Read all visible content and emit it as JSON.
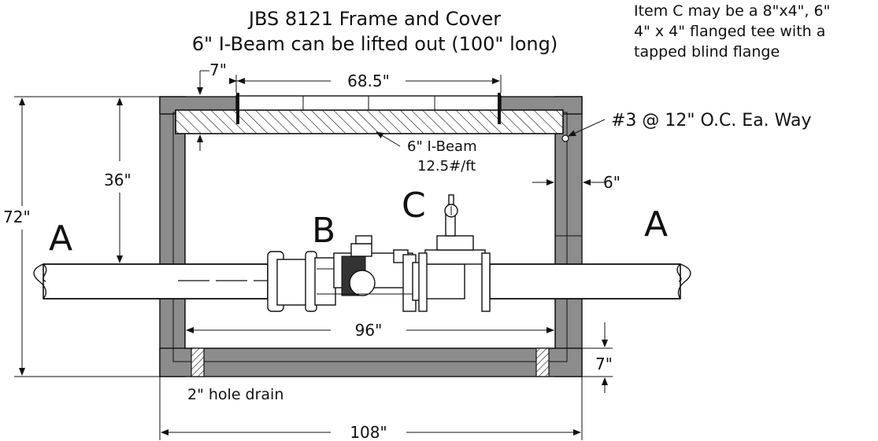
{
  "title": {
    "line1": "JBS 8121 Frame and Cover",
    "line2": "6\" I-Beam can be lifted out (100\" long)"
  },
  "note": {
    "line1": "Item C may be a 8\"x4\", 6\"",
    "line2": "4\" x 4\" flanged tee with a",
    "line3": "tapped blind flange"
  },
  "rebar": "#3 @ 12\" O.C. Ea. Way",
  "beam": {
    "line1": "6\" I-Beam",
    "line2": "12.5#/ft"
  },
  "labels": {
    "a_left": "A",
    "a_right": "A",
    "b": "B",
    "c": "C"
  },
  "dimensions": {
    "top_clear": "7\"",
    "opening": "68.5\"",
    "depth_to_pipe": "36\"",
    "total_height": "72\"",
    "wall": "6\"",
    "inner_width": "96\"",
    "floor": "7\"",
    "outer_width": "108\""
  },
  "drain": "2\" hole drain",
  "colors": {
    "concrete": "#8c8c8c",
    "line": "#111111"
  }
}
